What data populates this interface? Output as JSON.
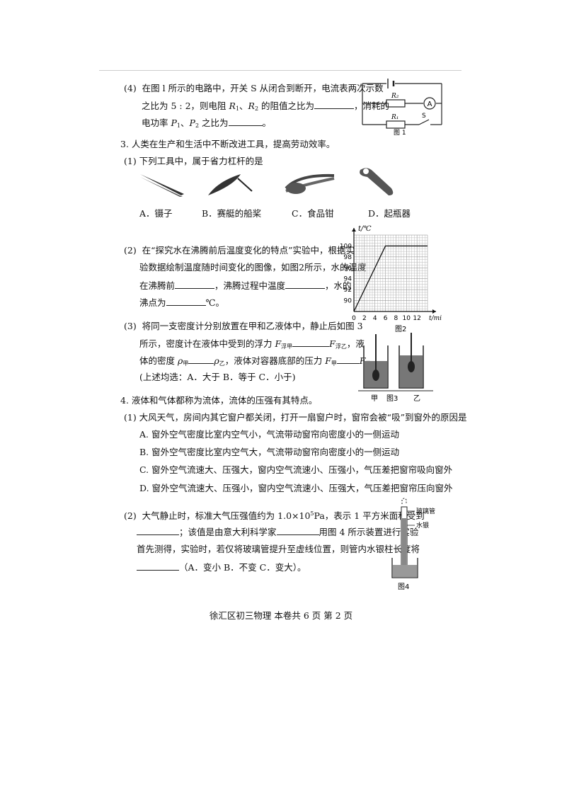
{
  "q2_4": {
    "num": "(4)",
    "line1": "在图 l 所示的电路中，开关 S 从闭合到断开，电流表两次示数",
    "line2a": "之比为 5 : 2，则电阻 ",
    "r1": "R",
    "r1sub": "1",
    "sep1": "、",
    "r2": "R",
    "r2sub": "2",
    "line2b": " 的阻值之比为",
    "line2c": "，消耗的",
    "line3a": "电功率 ",
    "p1": "P",
    "p1sub": "1",
    "sep2": "、",
    "p2": "P",
    "p2sub": "2",
    "line3b": " 之比为",
    "line3c": "。",
    "fig1": {
      "caption": "图 1",
      "r2label": "R₂",
      "r1label": "R₁",
      "switch": "S",
      "ammeter": "A"
    }
  },
  "q3": {
    "header": "3.  人类在生产和生活中不断改进工具，提高劳动效率。",
    "p1": "(1)  下列工具中，属于省力杠杆的是",
    "options": [
      "A．镊子",
      "B．赛艇的船桨",
      "C．食品钳",
      "D．起瓶器"
    ],
    "p2_num": "(2)",
    "p2_l1": "在“探究水在沸腾前后温度变化的特点”实验中，根据实",
    "p2_l2": "验数据绘制温度随时间变化的图像，如图2所示，水的温度",
    "p2_l3a": "在沸腾前",
    "p2_l3b": "，沸腾过程中温度",
    "p2_l3c": "，水的",
    "p2_l4a": "沸点为",
    "p2_l4b": "℃。",
    "p3_num": "(3)",
    "p3_l1": "将同一支密度计分别放置在甲和乙液体中，静止后如图 3",
    "p3_l2a": "所示，密度计在液体中受到的浮力 ",
    "F": "F",
    "f_jia_sub": "浮甲",
    "f_yi_sub": "浮乙",
    "p3_l2b": "，液",
    "p3_l3a": "体的密度 ",
    "rho": "ρ",
    "jia": "甲",
    "yi": "乙",
    "p3_l3b": "，液体对容器底部的压力 ",
    "p3_l3c": "。",
    "p3_l4": "(上述均选：A．大于   B．等于   C．小于)",
    "fig3": {
      "jia": "甲",
      "caption": "图3",
      "yi": "乙"
    }
  },
  "chart_data": {
    "type": "line",
    "title": "",
    "ylabel": "t/℃",
    "xlabel": "t/min",
    "x_ticks": [
      "0",
      "2",
      "4",
      "6",
      "8",
      "10",
      "12"
    ],
    "y_ticks": [
      "90",
      "92",
      "94",
      "96",
      "98",
      "100"
    ],
    "xlim": [
      0,
      14
    ],
    "ylim": [
      88,
      102
    ],
    "grid": true,
    "series": [
      {
        "x": [
          0,
          6,
          14
        ],
        "y": [
          88,
          100,
          100
        ]
      }
    ],
    "caption": "图2"
  },
  "q4": {
    "header": "4.  液体和气体都称为流体，流体的压强有其特点。",
    "p1": "(1)  大风天气，房间内其它窗户都关闭，打开一扇窗户时，窗帘会被“吸”到窗外的原因是",
    "options": [
      "A. 窗外空气密度比室内空气小，气流带动窗帘向密度小的一侧运动",
      "B. 窗外空气密度比室内空气大，气流带动窗帘向密度小的一侧运动",
      "C. 窗外空气流速大、压强大，窗内空气流速小、压强小，气压差把窗帘吸向窗外",
      "D. 窗外空气流速大、压强小，窗内空气流速小、压强大，气压差把窗帘压向窗外"
    ],
    "p2_num": "(2)",
    "p2_l1a": "大气静止时，标准大气压强值约为 1.0×10",
    "p2_l1sup": "5",
    "p2_l1b": "Pa，表示 1 平方米面积受到",
    "p2_l2a": "；该值是由意大利科学家",
    "p2_l2b": "用图 4 所示装置进行实验",
    "p2_l3": "首先测得，实验时，若仅将玻璃管提升至虚线位置，则管内水银柱长度将",
    "p2_l4": "（A．变小   B．不变   C．变大）。",
    "fig4": {
      "glass": "玻璃管",
      "mercury": "水银",
      "caption": "图4"
    }
  },
  "footer": "徐汇区初三物理   本卷共 6 页   第 2 页"
}
